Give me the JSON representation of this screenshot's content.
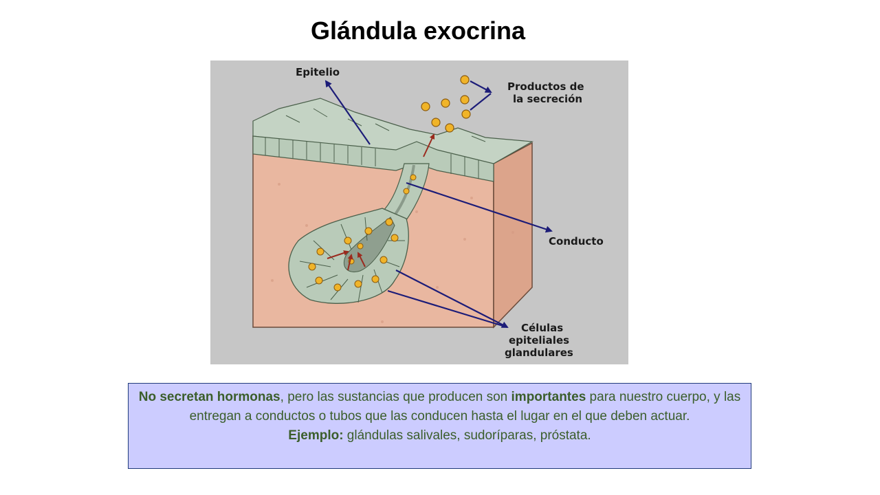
{
  "title": "Glándula exocrina",
  "diagram": {
    "labels": {
      "epitelio": "Epitelio",
      "productos_line1": "Productos de",
      "productos_line2": "la secreción",
      "conducto": "Conducto",
      "celulas_line1": "Células",
      "celulas_line2": "epiteliales",
      "celulas_line3": "glandulares"
    },
    "colors": {
      "background": "#c6c6c6",
      "tissue": "#e9b7a0",
      "cells": "#b9cbb9",
      "secretion": "#f0b429",
      "arrow_blue": "#1c1c78",
      "arrow_red": "#9b2a1e"
    }
  },
  "description": {
    "p1_bold1": "No secretan hormonas",
    "p1_text1": ", pero las sustancias que producen son ",
    "p1_bold2": "importantes",
    "p1_text2": " para nuestro cuerpo, y las entregan a  conductos o tubos que las conducen hasta el lugar en el que deben actuar.",
    "p2_bold": "Ejemplo:",
    "p2_text": " glándulas salivales, sudoríparas, próstata."
  }
}
